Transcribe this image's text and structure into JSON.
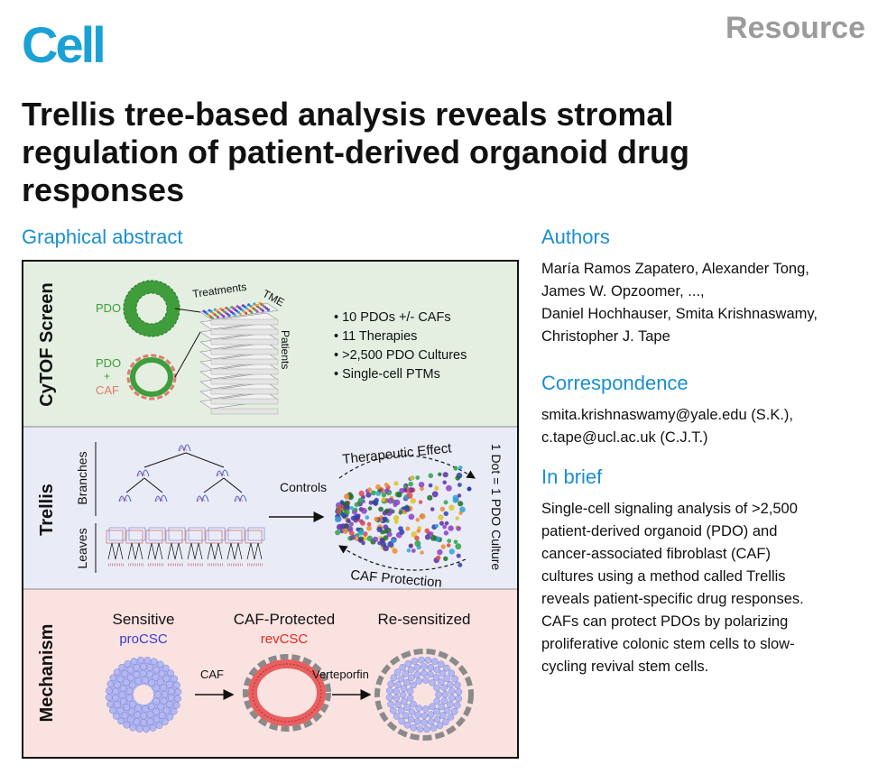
{
  "header": {
    "journal_logo": "Cell",
    "article_type": "Resource",
    "title_lines": [
      "Trellis tree-based analysis reveals stromal",
      "regulation of patient-derived organoid drug",
      "responses"
    ]
  },
  "graphical_abstract": {
    "heading": "Graphical abstract",
    "panel1": {
      "label": "CyTOF Screen",
      "pdo_label": "PDO",
      "pdo_caf_label_1": "PDO",
      "pdo_caf_label_plus": "+",
      "pdo_caf_label_2": "CAF",
      "stack_treatments": "Treatments",
      "stack_tme": "TME",
      "stack_patients": "Patients",
      "bullets": [
        "10 PDOs +/- CAFs",
        "11 Therapies",
        ">2,500 PDO Cultures",
        "Single-cell PTMs"
      ],
      "colors": {
        "background": "#e4efe2",
        "pdo_green": "#3f9d3c",
        "caf_red": "#e07a6f"
      }
    },
    "panel2": {
      "label": "Trellis",
      "branches_label": "Branches",
      "leaves_label": "Leaves",
      "controls_label": "Controls",
      "therapeutic_label": "Therapeutic Effect",
      "caf_protection_label": "CAF Protection",
      "dot_label": "1 Dot = 1 PDO Culture",
      "colors": {
        "background": "#e9ecf7"
      }
    },
    "panel3": {
      "label": "Mechanism",
      "sensitive_label": "Sensitive",
      "procsc_label": "proCSC",
      "caf_protected_label": "CAF-Protected",
      "revcsc_label": "revCSC",
      "resensitized_label": "Re-sensitized",
      "arrow1_label": "CAF",
      "arrow2_label": "Verteporfin",
      "colors": {
        "background": "#f9e2e0",
        "procsc": "#3a3ad8",
        "revcsc": "#e02a1f",
        "organoid_fill": "#aeb3ee"
      }
    }
  },
  "authors": {
    "heading": "Authors",
    "lines": [
      "María Ramos Zapatero, Alexander Tong,",
      "James W. Opzoomer, ...,",
      "Daniel Hochhauser, Smita Krishnaswamy,",
      "Christopher J. Tape"
    ]
  },
  "correspondence": {
    "heading": "Correspondence",
    "lines": [
      "smita.krishnaswamy@yale.edu (S.K.),",
      "c.tape@ucl.ac.uk (C.J.T.)"
    ]
  },
  "in_brief": {
    "heading": "In brief",
    "lines": [
      "Single-cell signaling analysis of >2,500",
      "patient-derived organoid (PDO) and",
      "cancer-associated fibroblast (CAF)",
      "cultures using a method called Trellis",
      "reveals patient-specific drug responses.",
      "CAFs can protect PDOs by polarizing",
      "proliferative colonic stem cells to slow-",
      "cycling revival stem cells."
    ]
  }
}
